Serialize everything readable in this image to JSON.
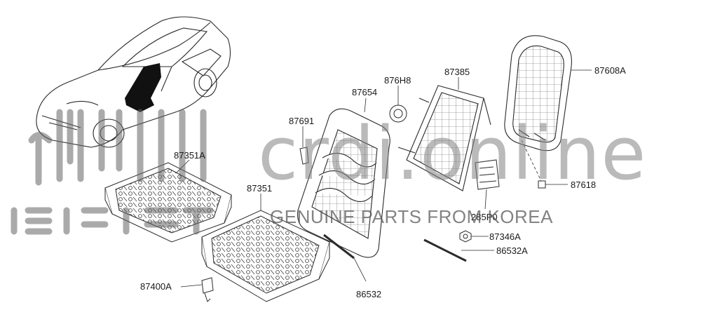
{
  "diagram": {
    "part_labels": {
      "p87351A": "87351A",
      "p87351": "87351",
      "p87400A": "87400A",
      "p86532": "86532",
      "p87691": "87691",
      "p87654": "87654",
      "p876H8": "876H8",
      "p87385": "87385",
      "p87608A": "87608A",
      "p87618": "87618",
      "p285P0": "285P0",
      "p87346A": "87346A",
      "p86532A": "86532A"
    }
  },
  "watermark": {
    "brand": "crdi.online",
    "tagline": "GENUINE PARTS FROM KOREA",
    "color": "#808080"
  },
  "colors": {
    "line": "#2a2a2a",
    "seat": "#111111"
  }
}
